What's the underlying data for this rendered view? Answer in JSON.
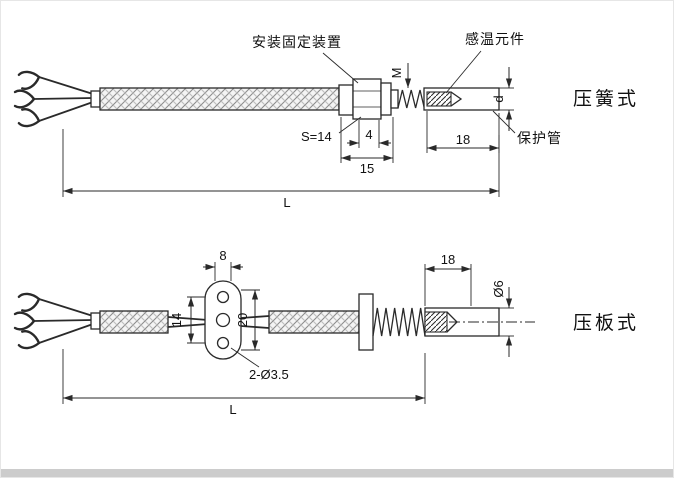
{
  "top": {
    "type_label": "压簧式",
    "callout_mount": "安装固定装置",
    "callout_sensor": "感温元件",
    "callout_tube": "保护管",
    "dim_s": "S=14",
    "dim_m": "M",
    "dim_4": "4",
    "dim_15": "15",
    "dim_18": "18",
    "dim_d": "d",
    "dim_length": "L"
  },
  "bottom": {
    "type_label": "压板式",
    "dim_8": "8",
    "dim_14": "14",
    "dim_20": "20",
    "dim_18": "18",
    "dim_dia": "Ø6",
    "dim_holes": "2-Ø3.5",
    "dim_length": "L"
  },
  "colors": {
    "ink": "#2a2a2a",
    "paper": "#ffffff",
    "footer_bar": "#cccccc"
  }
}
